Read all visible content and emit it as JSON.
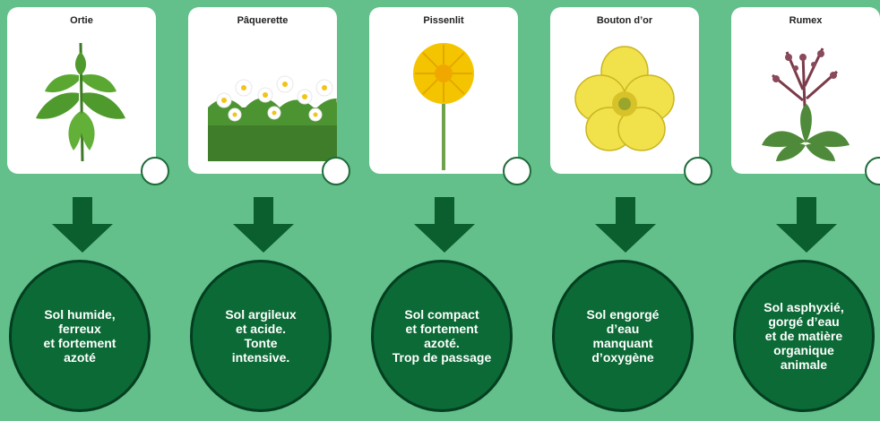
{
  "colors": {
    "background": "#63c08a",
    "card": "#ffffff",
    "arrow": "#0b5e2e",
    "result_circle": "#0b6a35",
    "result_border": "#043d20",
    "select_circle_border": "#1f6b3a"
  },
  "plants": [
    {
      "name": "Ortie",
      "image": "nettle-illustration",
      "result": "Sol humide,\nferreux\net fortement\nazoté"
    },
    {
      "name": "Pâquerette",
      "image": "daisy-illustration",
      "result": "Sol argileux\net acide.\nTonte\nintensive."
    },
    {
      "name": "Pissenlit",
      "image": "dandelion-illustration",
      "result": "Sol compact\net fortement\nazoté.\nTrop de passage"
    },
    {
      "name": "Bouton d’or",
      "image": "buttercup-illustration",
      "result": "Sol engorgé\nd’eau\nmanquant\nd’oxygène"
    },
    {
      "name": "Rumex",
      "image": "dock-illustration",
      "result": "Sol asphyxié,\ngorgé d’eau\net de matière\norganique\nanimale"
    }
  ]
}
